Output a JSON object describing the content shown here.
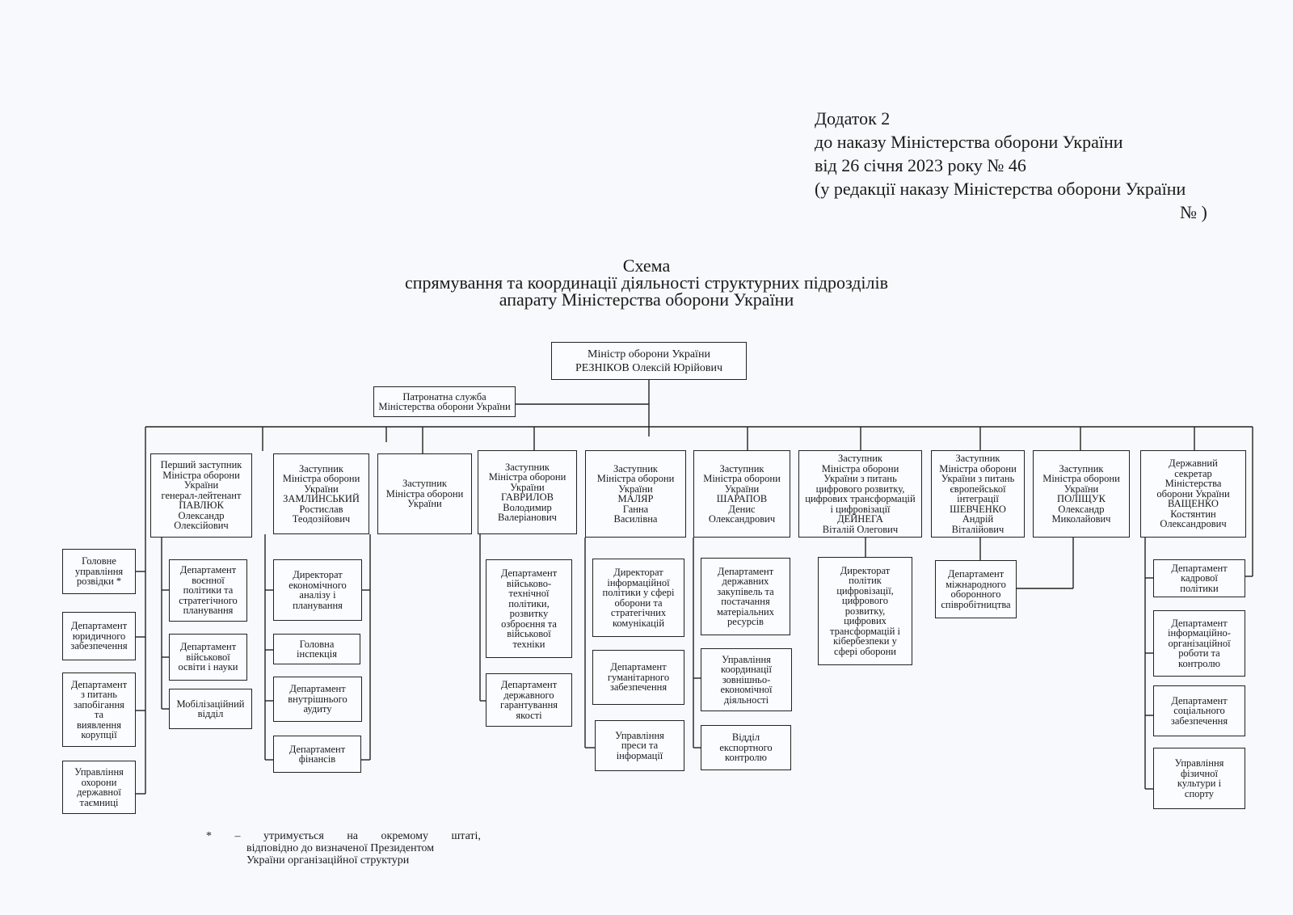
{
  "header": {
    "line1": "Додаток 2",
    "line2": "до наказу Міністерства оборони України",
    "line3": "від 26 січня 2023 року № 46",
    "line4": "(у редакції наказу Міністерства оборони України",
    "line5": "№        )"
  },
  "title": {
    "line1": "Схема",
    "line2": "спрямування та координації діяльності структурних підрозділів",
    "line3": "апарату Міністерства оборони України"
  },
  "boxes": {
    "minister": "Міністр оборони України\nРЕЗНІКОВ Олексій Юрійович",
    "patronage": "Патронатна служба\nМіністерства оборони України",
    "dep_pavliuk": "Перший заступник\nМіністра оборони\nУкраїни\nгенерал-лейтенант\nПАВЛЮК\nОлександр\nОлексійович",
    "dep_zamlynskyi": "Заступник\nМіністра оборони\nУкраїни\nЗАМЛИНСЬКИЙ\nРостислав\nТеодозійович",
    "dep_vacant": "Заступник\nМіністра оборони\nУкраїни",
    "dep_havrylov": "Заступник\nМіністра оборони\nУкраїни\nГАВРИЛОВ\nВолодимир\nВалеріанович",
    "dep_maliar": "Заступник\nМіністра оборони\nУкраїни\nМАЛЯР\nГанна\nВасилівна",
    "dep_sharapov": "Заступник\nМіністра оборони\nУкраїни\nШАРАПОВ\nДенис\nОлександрович",
    "dep_deineha": "Заступник\nМіністра оборони\nУкраїни з питань\nцифрового розвитку,\nцифрових трансформацій\nі цифровізації\nДЕЙНЕГА\nВіталій Олегович",
    "dep_shevchenko": "Заступник\nМіністра оборони\nУкраїни з питань\nєвропейської\nінтеграції\nШЕВЧЕНКО\nАндрій\nВіталійович",
    "dep_polishchuk": "Заступник\nМіністра оборони\nУкраїни\nПОЛІЩУК\nОлександр\nМиколайович",
    "state_secretary": "Державний\nсекретар\nМіністерства\nоборони України\nВАЩЕНКО\nКостянтин\nОлександрович",
    "intel": "Головне\nуправління\nрозвідки *",
    "legal": "Департамент\nюридичного\nзабезпечення",
    "anticorruption": "Департамент\nз питань\nзапобігання\nта\nвиявлення\nкорупції",
    "secrets": "Управління\nохорони\nдержавної\nтаємниці",
    "mil_policy": "Департамент\nвоєнної\nполітики та\nстратегічного\nпланування",
    "mil_education": "Департамент\nвійськової\nосвіти і науки",
    "mobilization": "Мобілізаційний\nвідділ",
    "econ_analysis": "Директорат\nекономічного\nаналізу і\nпланування",
    "inspection": "Головна\nінспекція",
    "audit": "Департамент\nвнутрішнього\nаудиту",
    "finance": "Департамент\nфінансів",
    "mil_tech": "Департамент\nвійськово-\nтехнічної\nполітики,\nрозвитку\nозброєння та\nвійськової\nтехніки",
    "quality": "Департамент\nдержавного\nгарантування\nякості",
    "info_policy": "Директорат\nінформаційної\nполітики у сфері\nоборони та\nстратегічних\nкомунікацій",
    "humanitarian": "Департамент\nгуманітарного\nзабезпечення",
    "press": "Управління\nпреси та\nінформації",
    "procurement": "Департамент\nдержавних\nзакупівель та\nпостачання\nматеріальних\nресурсів",
    "foreign_econ": "Управління\nкоординації\nзовнішньо-\nекономічної\nдіяльності",
    "export": "Відділ\nекспортного\nконтролю",
    "digital": "Директорат\nполітик\nцифровізації,\nцифрового\nрозвитку,\nцифрових\nтрансформацій і\nкібербезпеки у\nсфері оборони",
    "intl_coop": "Департамент\nміжнародного\nоборонного\nспівробітництва",
    "personnel": "Департамент\nкадрової\nполітики",
    "info_org": "Департамент\nінформаційно-\nорганізаційної\nроботи та\nконтролю",
    "social": "Департамент\nсоціального\nзабезпечення",
    "sport": "Управління\nфізичної\nкультури і\nспорту"
  },
  "footnote": {
    "mark": "*",
    "dash": "–",
    "w1": "утримується",
    "w2": "на",
    "w3": "окремому",
    "w4": "штаті,",
    "line2": "відповідно до визначеної Президентом",
    "line3": "України організаційної структури"
  }
}
